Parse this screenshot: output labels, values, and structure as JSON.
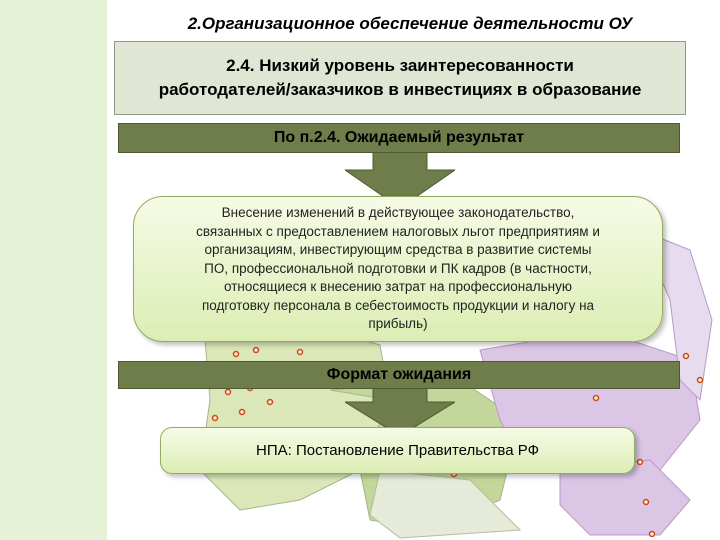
{
  "title": "2.Организационное обеспечение деятельности ОУ",
  "problem": {
    "line1": "2.4. Низкий уровень заинтересованности",
    "line2": "работодателей/заказчиков в инвестициях в образование"
  },
  "expected_result_label": "По п.2.4. Ожидаемый результат",
  "result_lines": [
    "Внесение изменений в действующее законодательство,",
    "связанных с предоставлением налоговых льгот предприятиям и",
    "организациям, инвестирующим средства в развитие системы",
    "ПО, профессиональной подготовки и ПК кадров (в частности,",
    "относящиеся к внесению затрат на профессиональную",
    "подготовку персонала в себестоимость продукции и налогу на",
    "прибыль)"
  ],
  "format_label": "Формат ожидания",
  "format_value": "НПА: Постановление Правительства РФ",
  "colors": {
    "bar": "#6f7d4b",
    "arrow": "#6f7d4b",
    "box_fill": "#dcedb4",
    "left_strip": "#e6f2d6"
  },
  "icons": [
    "map-of-russia-background",
    "arrow-down-icon"
  ]
}
